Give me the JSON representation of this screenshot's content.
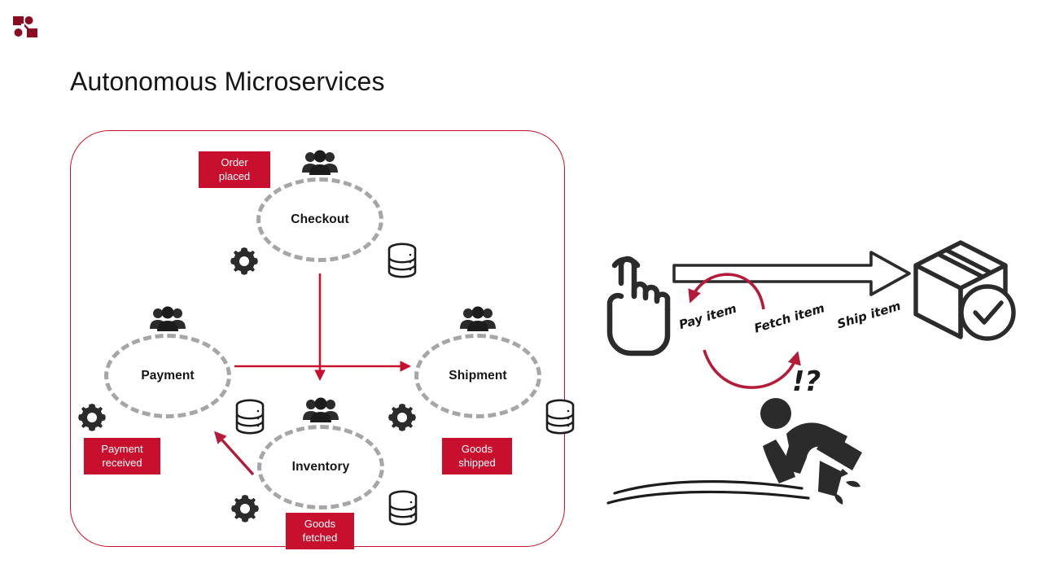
{
  "slide": {
    "title": "Autonomous Microservices",
    "background_color": "#ffffff",
    "accent_color": "#c8102e",
    "dark_color": "#151515",
    "dashed_color": "#a6a6a6"
  },
  "logo": {
    "name": "brand-logo",
    "color": "#8b0d22"
  },
  "diagram": {
    "frame_color": "#c8102e",
    "nodes": [
      {
        "id": "checkout",
        "label": "Checkout",
        "icons": [
          "people-icon",
          "gear-icon",
          "database-icon"
        ]
      },
      {
        "id": "payment",
        "label": "Payment",
        "icons": [
          "people-icon",
          "gear-icon",
          "database-icon"
        ]
      },
      {
        "id": "shipment",
        "label": "Shipment",
        "icons": [
          "people-icon",
          "gear-icon",
          "database-icon"
        ]
      },
      {
        "id": "inventory",
        "label": "Inventory",
        "icons": [
          "people-icon",
          "gear-icon",
          "database-icon"
        ]
      }
    ],
    "events": [
      {
        "id": "order-placed",
        "label": "Order\nplaced"
      },
      {
        "id": "payment-received",
        "label": "Payment\nreceived"
      },
      {
        "id": "goods-shipped",
        "label": "Goods\nshipped"
      },
      {
        "id": "goods-fetched",
        "label": "Goods\nfetched"
      }
    ],
    "connections": [
      {
        "from": "checkout",
        "to": "inventory",
        "direction": "down"
      },
      {
        "from": "payment",
        "to": "shipment",
        "direction": "right"
      },
      {
        "from": "inventory",
        "to": "payment",
        "direction": "up-left"
      }
    ]
  },
  "illustration": {
    "start_icon": "hand-tap-icon",
    "end_icon": "package-check-icon",
    "problem_icon": "person-falling-icon",
    "problem_marks": "!?",
    "flow_labels": [
      {
        "id": "pay-item",
        "text": "Pay item"
      },
      {
        "id": "fetch-item",
        "text": "Fetch item"
      },
      {
        "id": "ship-item",
        "text": "Ship item"
      }
    ],
    "main_arrow": "hollow-right-arrow",
    "curved_arrows": [
      "curve-down-left",
      "curve-up-right"
    ]
  }
}
